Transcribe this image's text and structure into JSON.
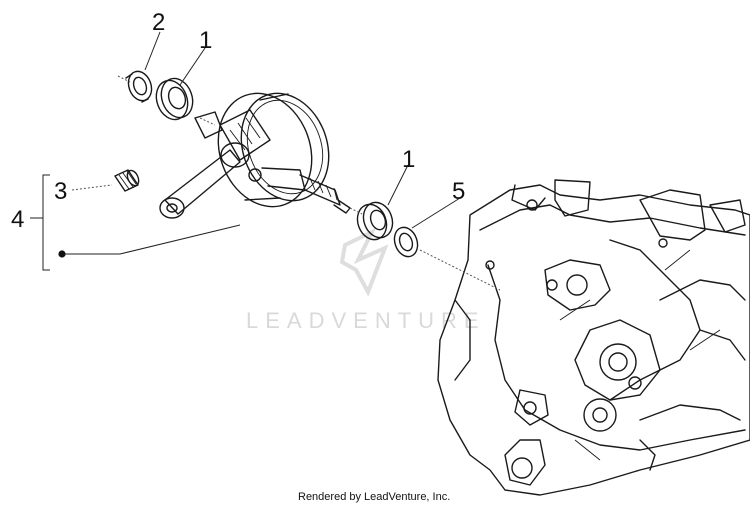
{
  "callouts": {
    "c1_top": "1",
    "c2": "2",
    "c3": "3",
    "c4": "4",
    "c1_mid": "1",
    "c5": "5"
  },
  "watermark": {
    "text": "LEADVENTURE"
  },
  "footer": {
    "credit": "Rendered by LeadVenture, Inc."
  },
  "parts": {
    "oil_seal_top": "oil-seal",
    "bearing_top": "ball-bearing",
    "crankshaft": "crankshaft-assembly",
    "needle_bearing": "needle-roller-bearing",
    "bearing_right": "ball-bearing",
    "oil_seal_right": "oil-seal",
    "crankcase": "crankcase-half"
  }
}
